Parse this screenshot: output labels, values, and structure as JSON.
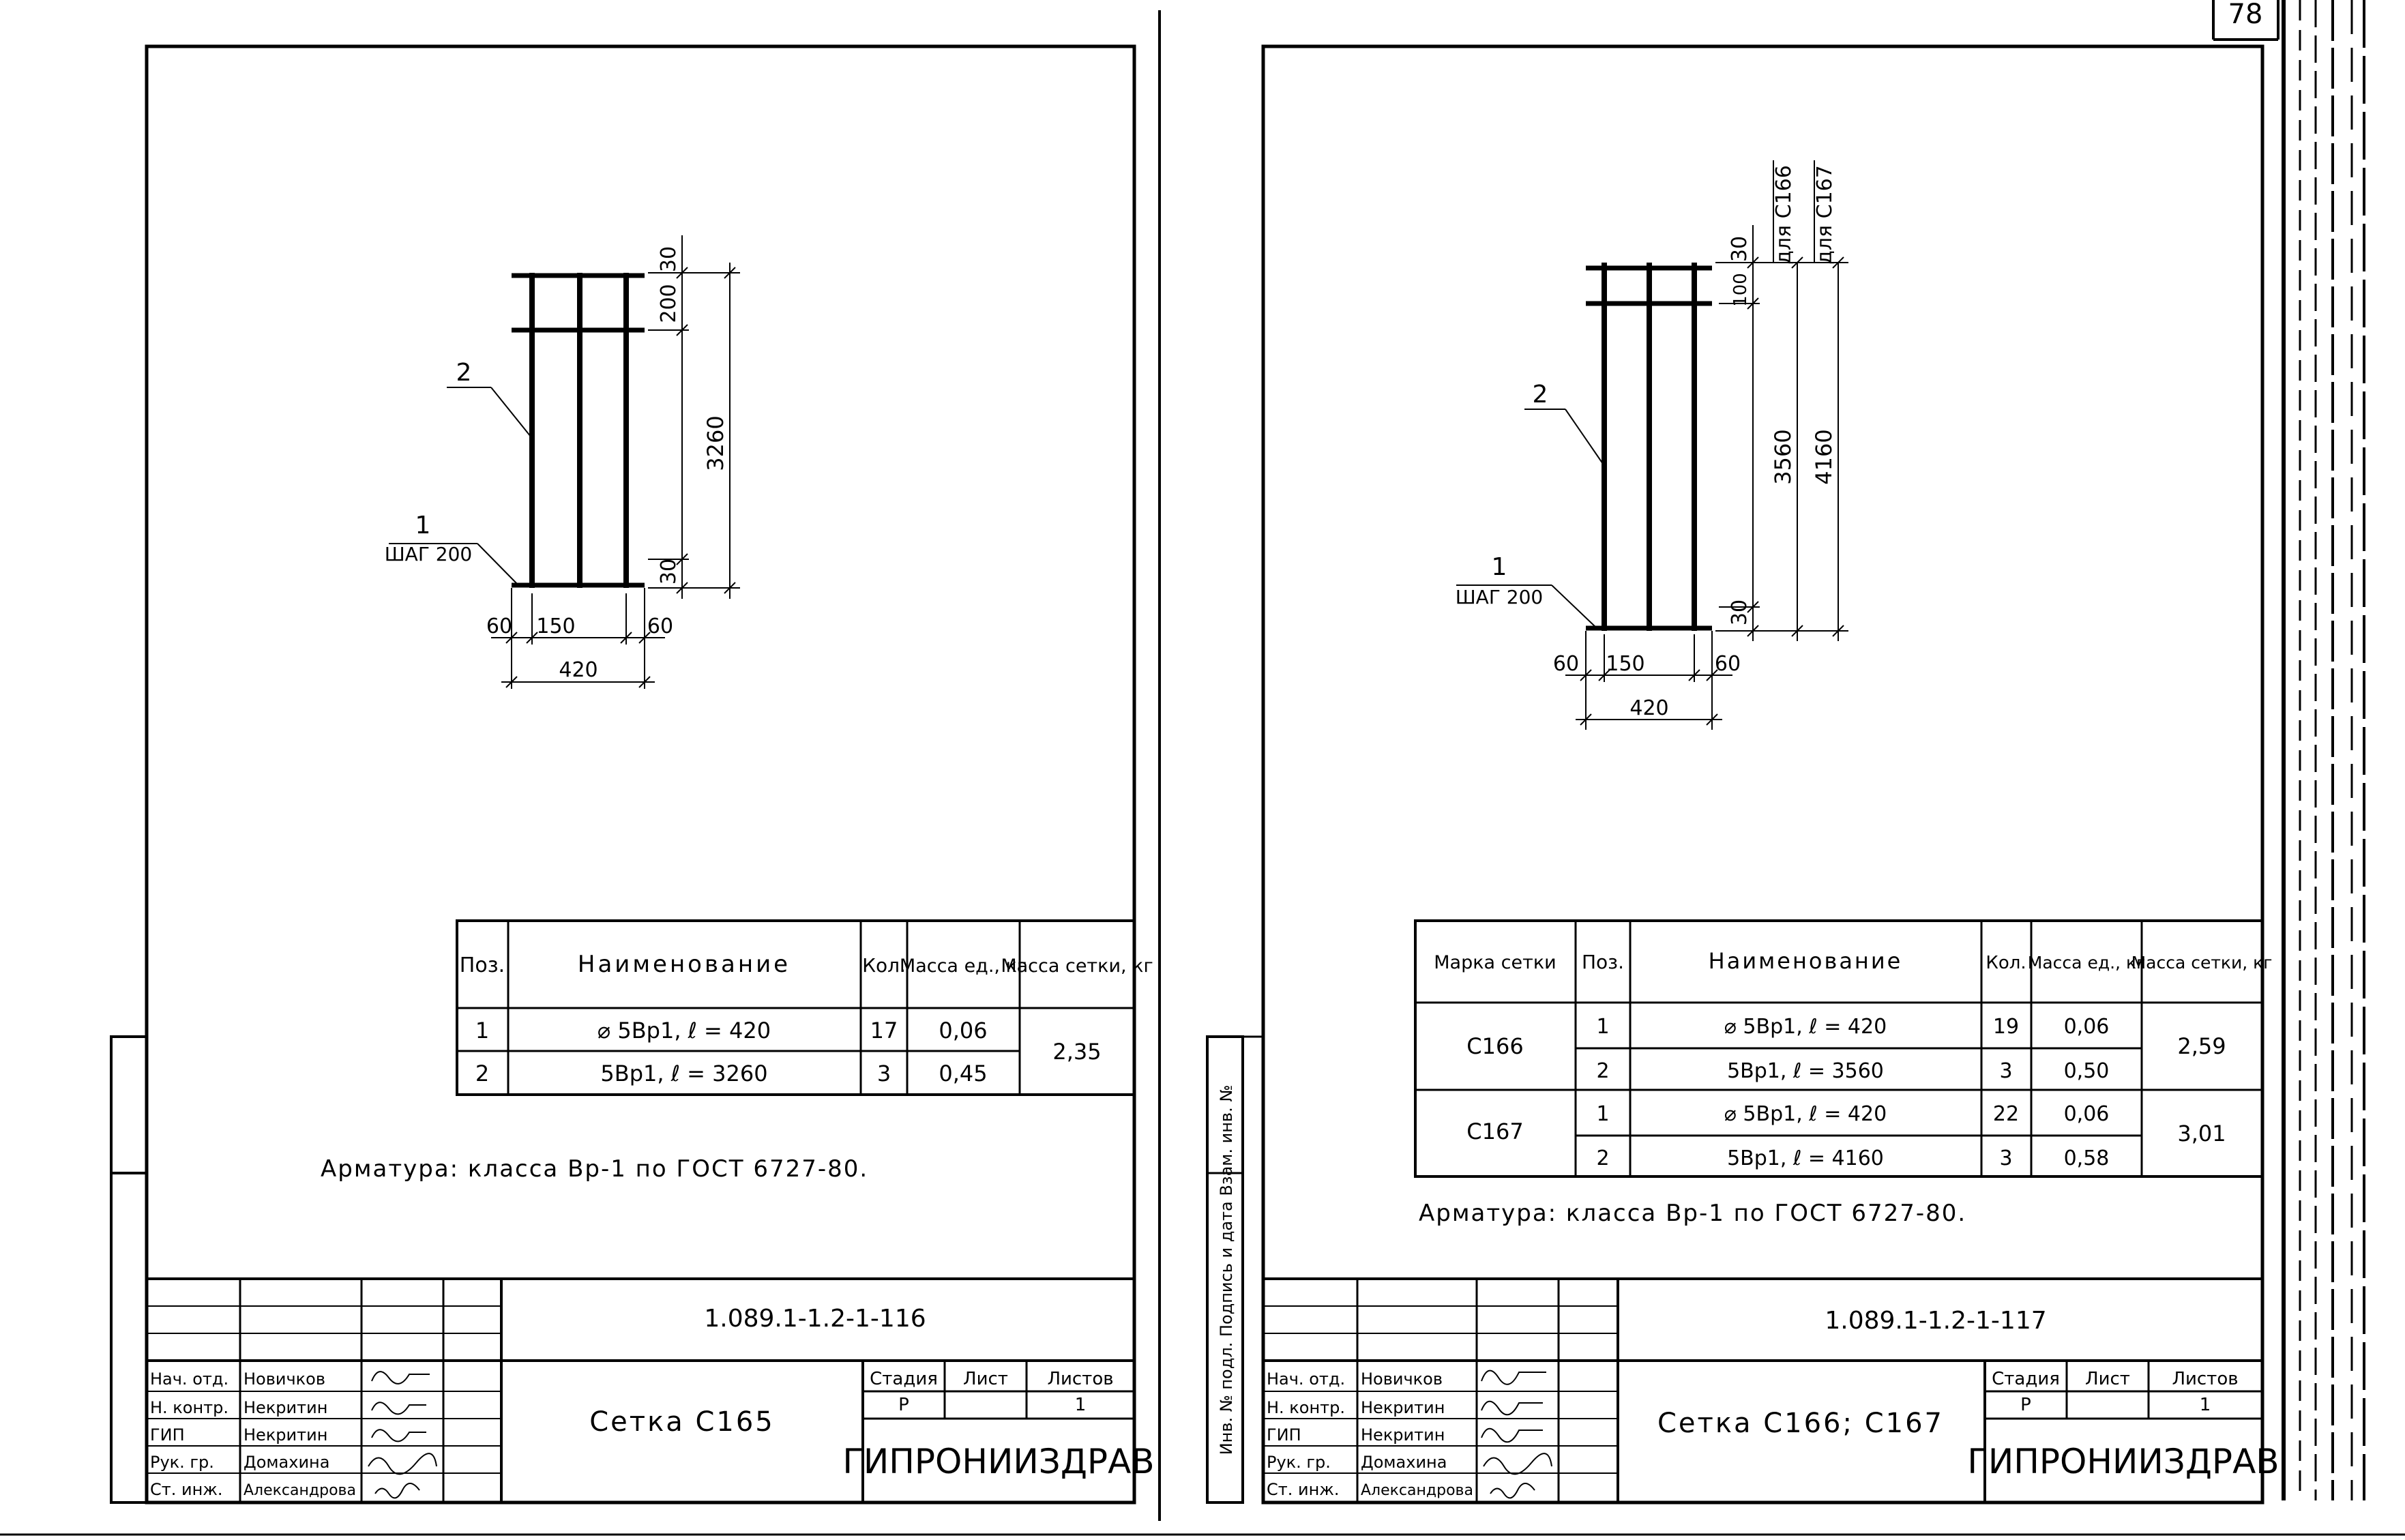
{
  "page_number": "78",
  "left_sheet": {
    "drawing": {
      "callout_1_num": "1",
      "callout_1_step": "ШАГ 200",
      "callout_2_num": "2",
      "dim_top": "30",
      "dim_200": "200",
      "dim_3260": "3260",
      "dim_bottom": "30",
      "dim_60_left": "60",
      "dim_150": "150",
      "dim_60_right": "60",
      "dim_420": "420"
    },
    "spec_table": {
      "headers": [
        "Поз.",
        "Наименование",
        "Кол.",
        "Масса ед., кг",
        "Масса сетки, кг"
      ],
      "rows": [
        {
          "pos": "1",
          "name": "⌀ 5Вр1, ℓ = 420",
          "qty": "17",
          "unit_mass": "0,06"
        },
        {
          "pos": "2",
          "name": "5Вр1, ℓ = 3260",
          "qty": "3",
          "unit_mass": "0,45"
        }
      ],
      "total_mass": "2,35"
    },
    "note": "Арматура: класса Вр-1 по ГОСТ 6727-80.",
    "title_block": {
      "doc_code": "1.089.1-1.2-1-116",
      "title": "Сетка С165",
      "staff": [
        {
          "role": "Нач. отд.",
          "name": "Новичков"
        },
        {
          "role": "Н. контр.",
          "name": "Некритин"
        },
        {
          "role": "ГИП",
          "name": "Некритин"
        },
        {
          "role": "Рук. гр.",
          "name": "Домахина"
        },
        {
          "role": "Ст. инж.",
          "name": "Александрова"
        }
      ],
      "stage_label": "Стадия",
      "sheet_label": "Лист",
      "sheets_label": "Листов",
      "stage": "Р",
      "sheets": "1",
      "org": "ГИПРОНИИЗДРАВ"
    }
  },
  "right_sheet": {
    "side_stamp": "Инв. № подл. Подпись и дата Взам. инв. №",
    "drawing": {
      "callout_1_num": "1",
      "callout_1_step": "ШАГ 200",
      "callout_2_num": "2",
      "dim_top": "30",
      "dim_100": "100",
      "dim_3560": "3560",
      "dim_4160": "4160",
      "dim_bottom": "30",
      "label_c166": "для С166",
      "label_c167": "для С167",
      "dim_60_left": "60",
      "dim_150": "150",
      "dim_60_right": "60",
      "dim_420": "420"
    },
    "spec_table": {
      "headers": [
        "Марка сетки",
        "Поз.",
        "Наименование",
        "Кол.",
        "Масса ед., кг",
        "Масса сетки, кг"
      ],
      "groups": [
        {
          "mark": "С166",
          "total_mass": "2,59",
          "rows": [
            {
              "pos": "1",
              "name": "⌀ 5Вр1, ℓ = 420",
              "qty": "19",
              "unit_mass": "0,06"
            },
            {
              "pos": "2",
              "name": "5Вр1, ℓ = 3560",
              "qty": "3",
              "unit_mass": "0,50"
            }
          ]
        },
        {
          "mark": "С167",
          "total_mass": "3,01",
          "rows": [
            {
              "pos": "1",
              "name": "⌀ 5Вр1, ℓ = 420",
              "qty": "22",
              "unit_mass": "0,06"
            },
            {
              "pos": "2",
              "name": "5Вр1, ℓ = 4160",
              "qty": "3",
              "unit_mass": "0,58"
            }
          ]
        }
      ]
    },
    "note": "Арматура: класса Вр-1 по ГОСТ 6727-80.",
    "title_block": {
      "doc_code": "1.089.1-1.2-1-117",
      "title": "Сетка С166; С167",
      "staff": [
        {
          "role": "Нач. отд.",
          "name": "Новичков"
        },
        {
          "role": "Н. контр.",
          "name": "Некритин"
        },
        {
          "role": "ГИП",
          "name": "Некритин"
        },
        {
          "role": "Рук. гр.",
          "name": "Домахина"
        },
        {
          "role": "Ст. инж.",
          "name": "Александрова"
        }
      ],
      "stage_label": "Стадия",
      "sheet_label": "Лист",
      "sheets_label": "Листов",
      "stage": "Р",
      "sheets": "1",
      "org": "ГИПРОНИИЗДРАВ"
    }
  }
}
